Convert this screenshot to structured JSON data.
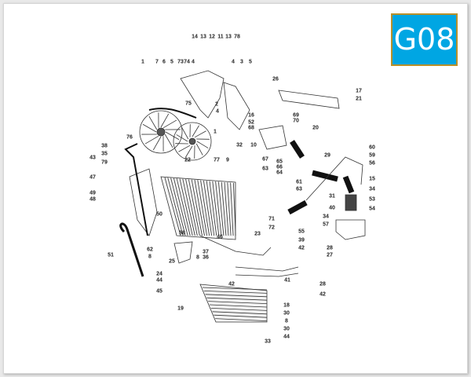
{
  "section_code": "G08",
  "colors": {
    "badge_fill": "#00a6e3",
    "badge_border": "#b8902a",
    "line": "#333333"
  },
  "callouts": [
    "14",
    "13",
    "12",
    "11",
    "13",
    "78",
    "1",
    "7",
    "6",
    "5",
    "73",
    "74",
    "4",
    "4",
    "3",
    "5",
    "75",
    "2",
    "4",
    "1",
    "26",
    "17",
    "21",
    "20",
    "16",
    "52",
    "68",
    "69",
    "70",
    "32",
    "10",
    "67",
    "65",
    "66",
    "64",
    "63",
    "76",
    "38",
    "35",
    "79",
    "43",
    "47",
    "49",
    "48",
    "22",
    "77",
    "9",
    "29",
    "60",
    "59",
    "56",
    "15",
    "34",
    "53",
    "54",
    "61",
    "63",
    "31",
    "40",
    "34",
    "57",
    "50",
    "71",
    "72",
    "23",
    "58",
    "46",
    "55",
    "39",
    "42",
    "28",
    "27",
    "28",
    "42",
    "51",
    "62",
    "8",
    "25",
    "24",
    "44",
    "37",
    "36",
    "8",
    "41",
    "42",
    "45",
    "19",
    "18",
    "30",
    "8",
    "30",
    "44",
    "33"
  ]
}
